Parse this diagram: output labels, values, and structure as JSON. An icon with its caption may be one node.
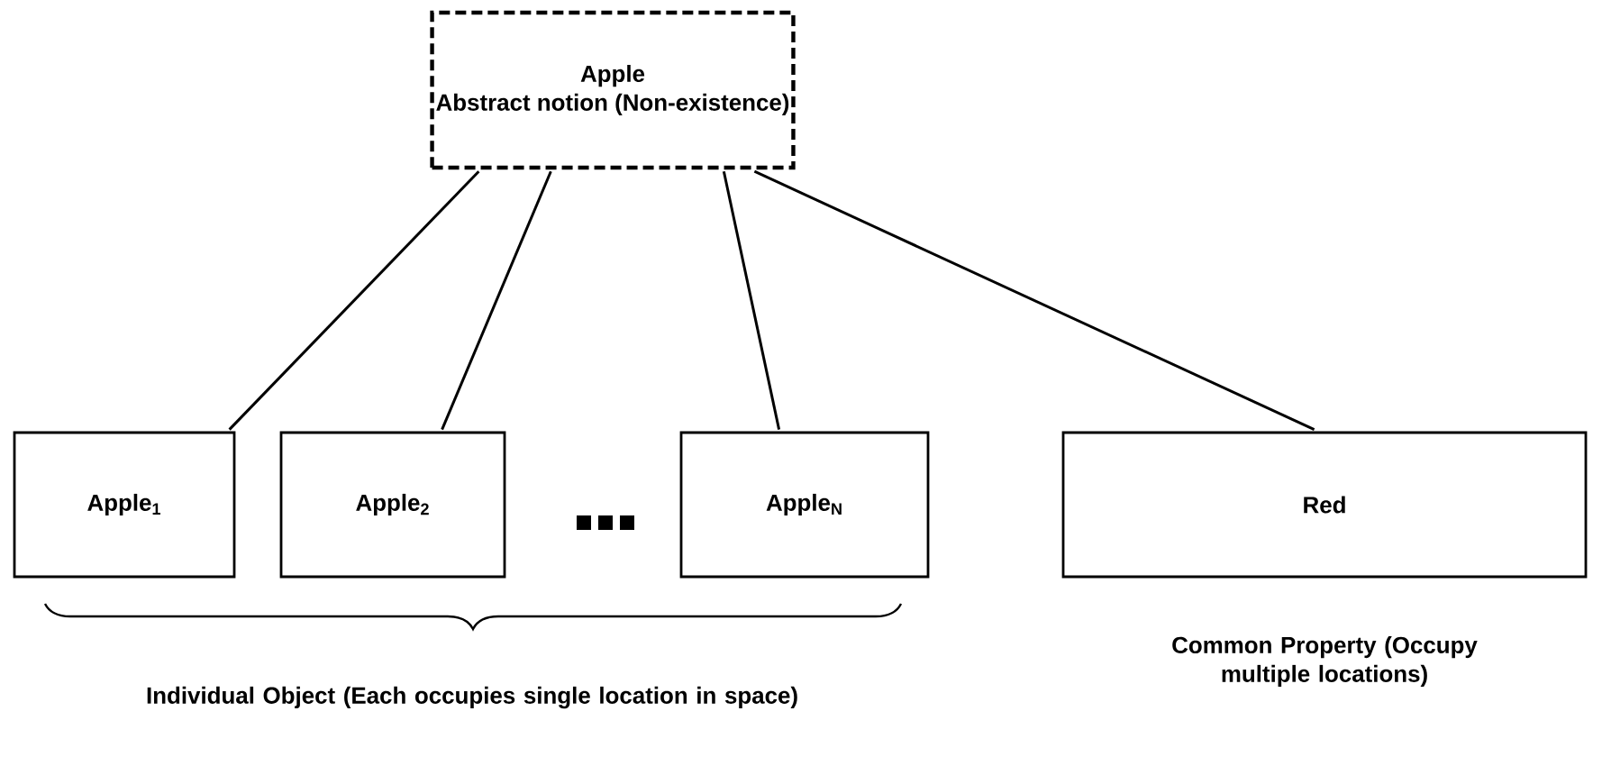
{
  "diagram": {
    "nodes": [
      {
        "text": [
          "Apple",
          "Abstract notion (Non-existence)"
        ]
      },
      {
        "text": [
          "Apple$_{1}$"
        ]
      },
      {
        "text": [
          "Apple$_{2}$"
        ]
      },
      {
        "text": [
          "Apple$_{N}$"
        ]
      },
      {
        "text": [
          "Red"
        ],
        "beside": [
          "Common Property (Occupy multiple locations)"
        ]
      }
    ],
    "edges": [
      {
        "from": 0,
        "to": 1,
        "arrow": "none"
      },
      {
        "from": 0,
        "to": 2,
        "arrow": "none"
      },
      {
        "from": 0,
        "to": 3,
        "arrow": "none"
      },
      {
        "from": 0,
        "to": 4,
        "arrow": "none"
      }
    ],
    "labels": [
      "Individual Object (Each occupies single location in space)"
    ]
  }
}
